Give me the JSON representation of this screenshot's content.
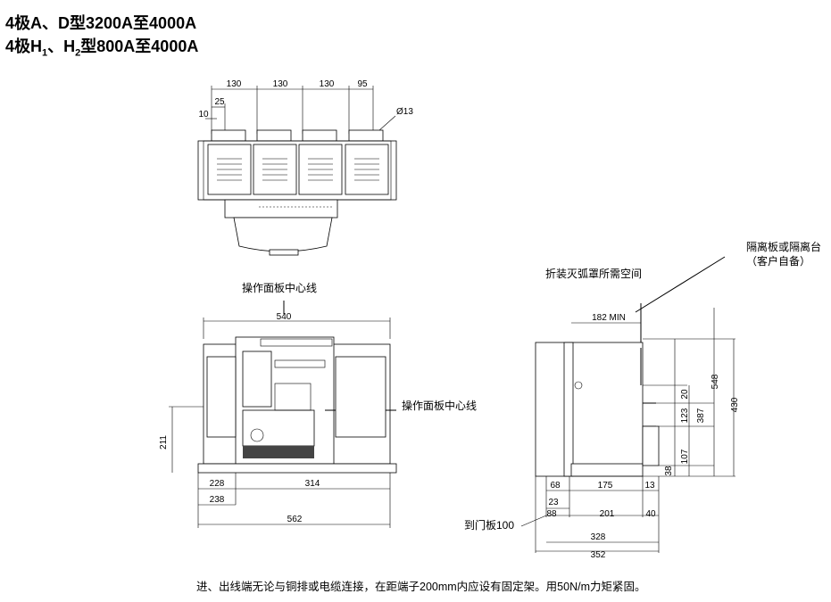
{
  "title": {
    "line1": "4极A、D型3200A至4000A",
    "line2_prefix": "4极H",
    "line2_sub1": "1",
    "line2_mid": "、H",
    "line2_sub2": "2",
    "line2_suffix": "型800A至4000A"
  },
  "top_view": {
    "spacings": [
      "130",
      "130",
      "130",
      "95"
    ],
    "dim_25": "25",
    "dim_10": "10",
    "hole_dia": "Ø13"
  },
  "front_view": {
    "center_line_label": "操作面板中心线",
    "width_top": "540",
    "height_211": "211",
    "bottom_228": "228",
    "bottom_314": "314",
    "bottom_238": "238",
    "bottom_562": "562"
  },
  "side_view": {
    "partition_label_1": "隔离板或隔离台",
    "partition_label_2": "（客户自备）",
    "arc_space_label": "折装灭弧罩所需空间",
    "min_182": "182 MIN",
    "center_line_label": "操作面板中心线",
    "v_20": "20",
    "v_123": "123",
    "v_387": "387",
    "v_548": "548",
    "v_430": "430",
    "v_107": "107",
    "v_38": "38",
    "h_68": "68",
    "h_175": "175",
    "h_13": "13",
    "h_23": "23",
    "h_88": "88",
    "h_201": "201",
    "h_40": "40",
    "door_label": "到门板100",
    "h_328": "328",
    "h_352": "352"
  },
  "footnote": "进、出线端无论与铜排或电缆连接，在距端子200mm内应设有固定架。用50N/m力矩紧固。"
}
